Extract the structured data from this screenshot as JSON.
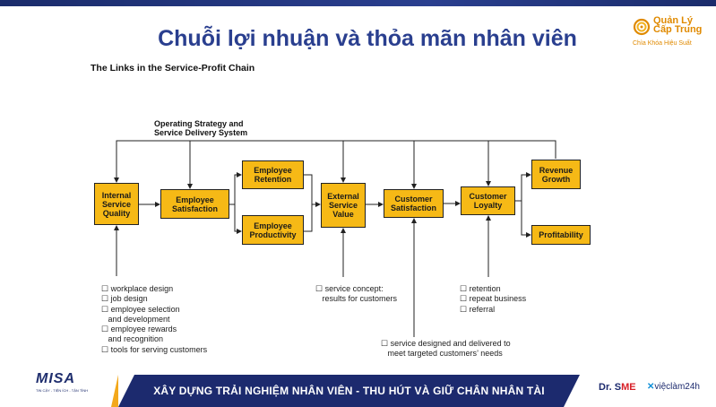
{
  "slide": {
    "title": "Chuỗi lợi nhuận và thỏa mãn nhân viên",
    "subtitle": "The Links in the Service-Profit Chain"
  },
  "brand": {
    "name_line1": "Quản Lý",
    "name_line2": "Cấp Trung",
    "tagline": "Chìa Khóa Hiệu Suất",
    "color": "#e08a00"
  },
  "diagram": {
    "top_label": "Operating Strategy and\nService Delivery System",
    "box_color": "#f6b916",
    "boxes": {
      "internal_service_quality": "Internal\nService\nQuality",
      "employee_satisfaction": "Employee\nSatisfaction",
      "employee_retention": "Employee\nRetention",
      "employee_productivity": "Employee\nProductivity",
      "external_service_value": "External\nService\nValue",
      "customer_satisfaction": "Customer\nSatisfaction",
      "customer_loyalty": "Customer\nLoyalty",
      "revenue_growth": "Revenue\nGrowth",
      "profitability": "Profitability"
    },
    "internal_list": [
      "☐ workplace design",
      "☐ job design",
      "☐ employee selection",
      "   and development",
      "☐ employee rewards",
      "   and recognition",
      "☐ tools for serving customers"
    ],
    "value_list": [
      "☐ service concept:",
      "   results for customers"
    ],
    "loyalty_list": [
      "☐ retention",
      "☐ repeat business",
      "☐ referral"
    ],
    "service_list": [
      "☐ service designed and delivered to",
      "   meet targeted customers’ needs"
    ]
  },
  "footer": {
    "misa_logo": "MISA",
    "misa_tagline": "TIN CẬY - TIỆN ÍCH - TẬN TÌNH",
    "banner": "XÂY DỰNG TRẢI NGHIỆM NHÂN VIÊN - THU HÚT VÀ GIỮ CHÂN NHÂN TÀI",
    "drsme_prefix": "Dr. S",
    "drsme_suffix": "ME",
    "vieclam_mark": "✕",
    "vieclam_text": "việclàm24h",
    "bar_color": "#1c2a6e",
    "accent_color": "#f3a81b"
  }
}
